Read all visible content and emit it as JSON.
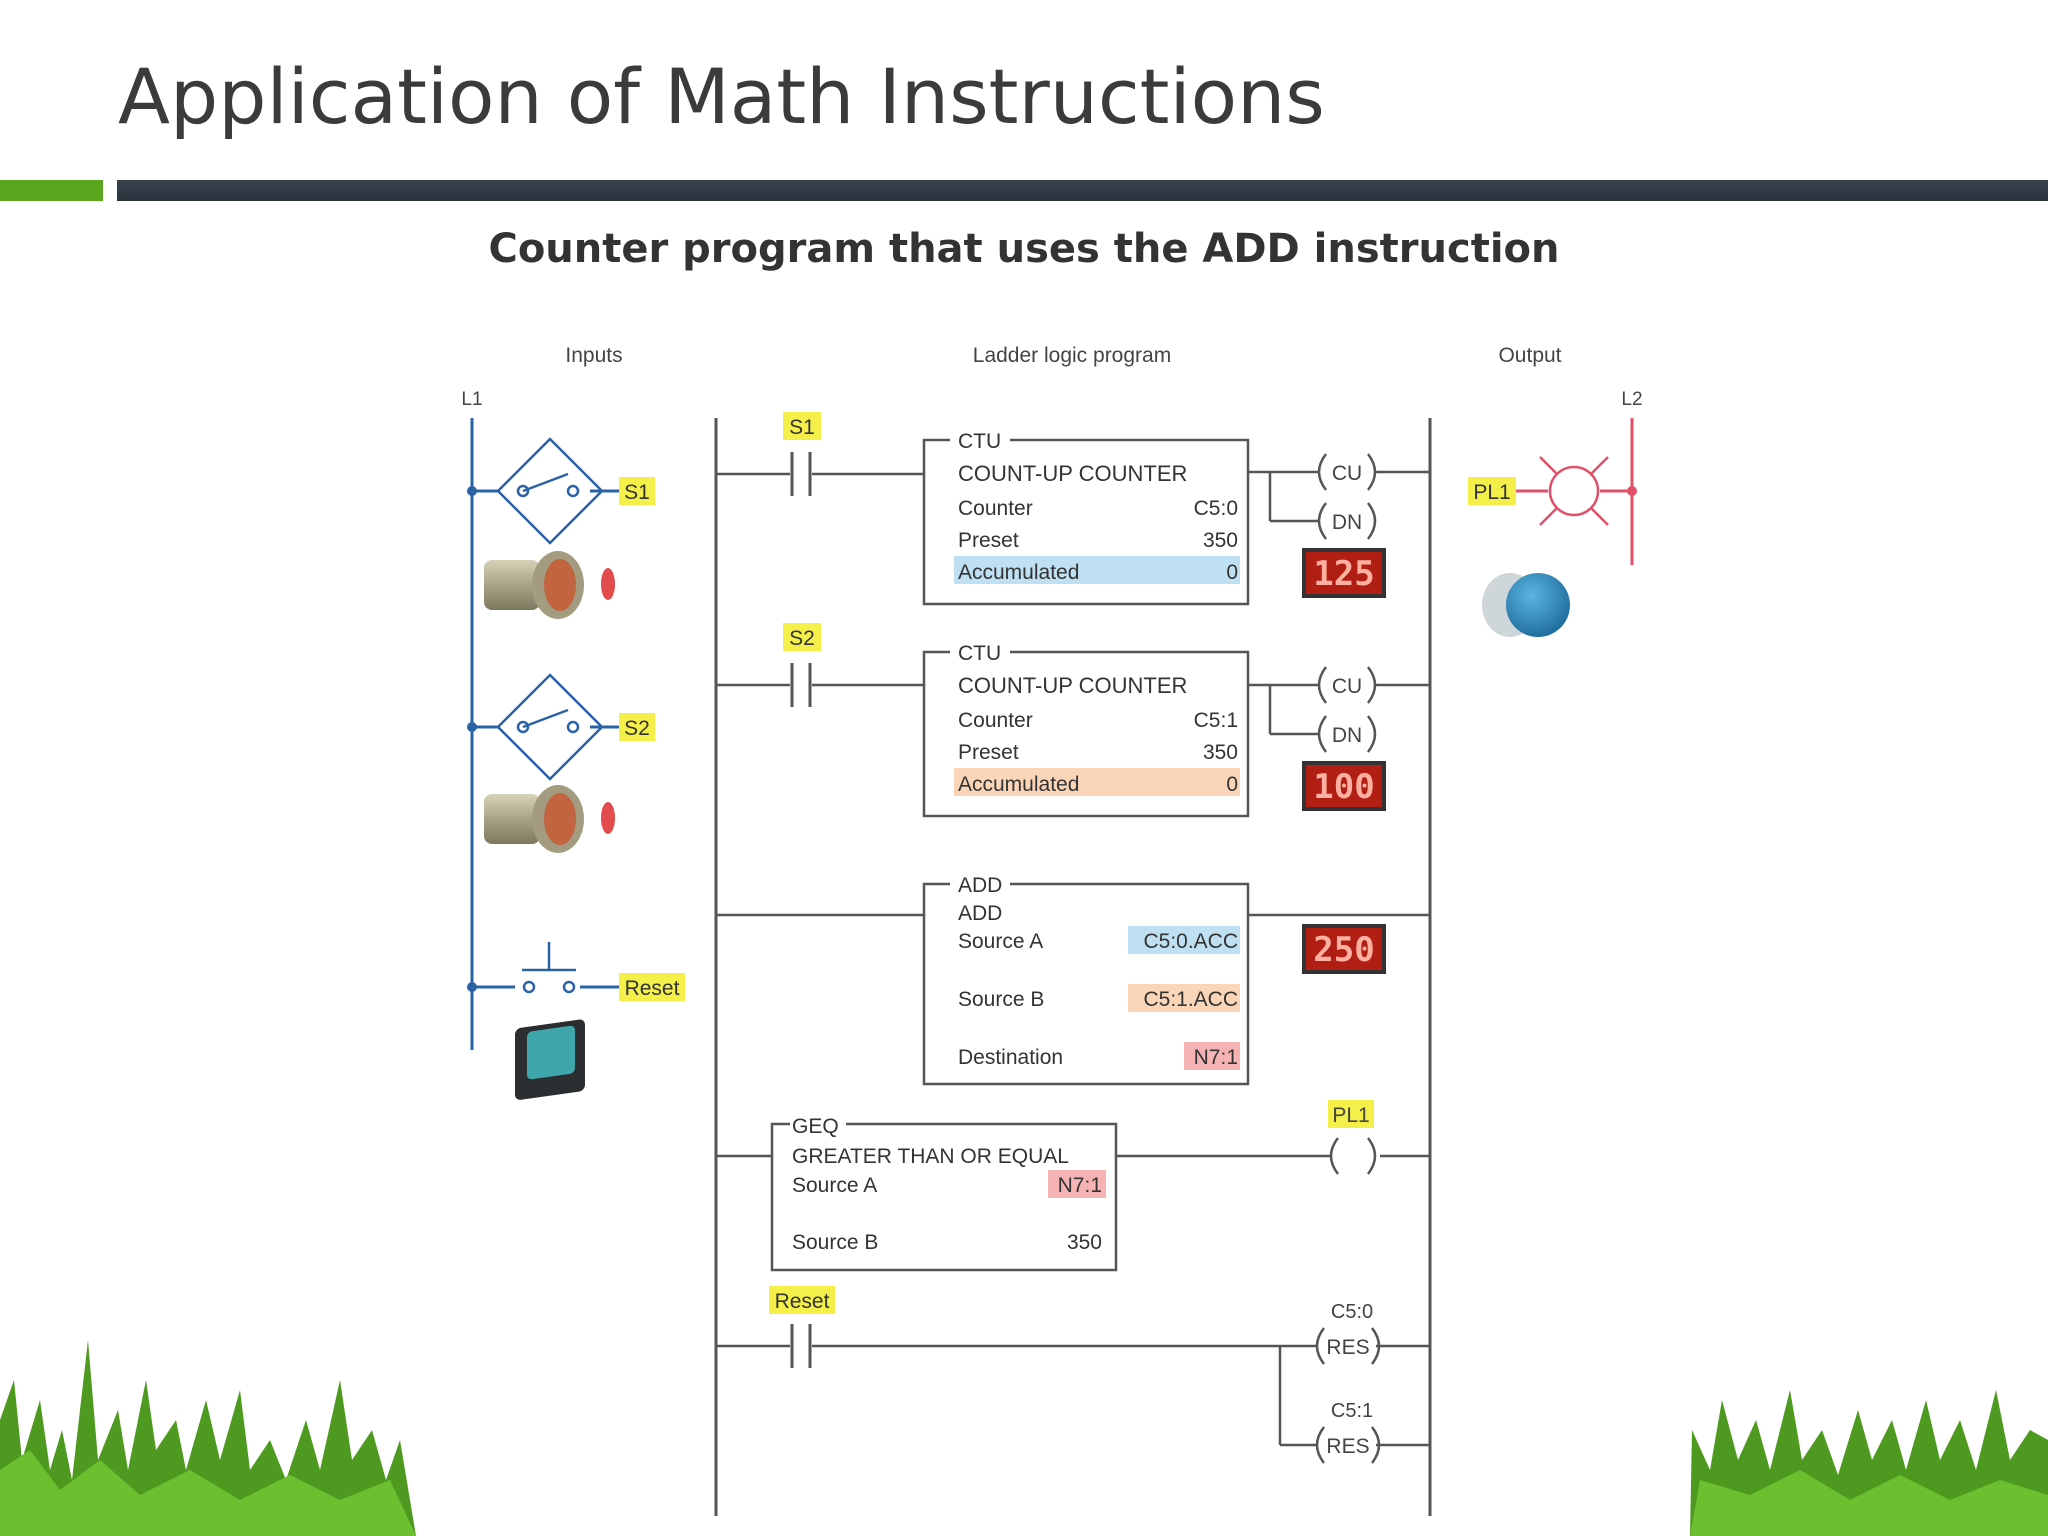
{
  "slide": {
    "title": "Application of Math Instructions",
    "subtitle": "Counter program that uses the ADD instruction"
  },
  "diagram": {
    "headers": {
      "inputs": "Inputs",
      "ladder": "Ladder logic program",
      "output": "Output"
    },
    "rails": {
      "left": "L1",
      "right": "L2"
    },
    "inputs": [
      {
        "tag": "S1",
        "device": "proximity-sensor"
      },
      {
        "tag": "S2",
        "device": "proximity-sensor"
      },
      {
        "tag": "Reset",
        "device": "pushbutton"
      }
    ],
    "output": {
      "tag": "PL1",
      "device": "pilot-light"
    },
    "rungs": [
      {
        "contact": "S1",
        "block": "CTU",
        "name": "COUNT-UP COUNTER",
        "rows": [
          [
            "Counter",
            "C5:0"
          ],
          [
            "Preset",
            "350"
          ],
          [
            "Accumulated",
            "0"
          ]
        ],
        "coils": [
          "CU",
          "DN"
        ],
        "display": "125"
      },
      {
        "contact": "S2",
        "block": "CTU",
        "name": "COUNT-UP COUNTER",
        "rows": [
          [
            "Counter",
            "C5:1"
          ],
          [
            "Preset",
            "350"
          ],
          [
            "Accumulated",
            "0"
          ]
        ],
        "coils": [
          "CU",
          "DN"
        ],
        "display": "100"
      },
      {
        "block": "ADD",
        "name": "ADD",
        "rows": [
          [
            "Source A",
            "C5:0.ACC"
          ],
          [
            "Source B",
            "C5:1.ACC"
          ],
          [
            "Destination",
            "N7:1"
          ]
        ],
        "display": "250"
      },
      {
        "block": "GEQ",
        "name": "GREATER THAN OR EQUAL",
        "rows": [
          [
            "Source A",
            "N7:1"
          ],
          [
            "Source B",
            "350"
          ]
        ],
        "coil_tag": "PL1"
      },
      {
        "contact": "Reset",
        "resets": [
          {
            "addr": "C5:0",
            "label": "RES"
          },
          {
            "addr": "C5:1",
            "label": "RES"
          }
        ]
      }
    ]
  },
  "colors": {
    "tag_yellow": "#f5ef4a",
    "hl_blue": "#bfe0f2",
    "hl_orange": "#fbd5b8",
    "hl_red": "#f6b3b3",
    "display_bg": "#b01e14",
    "output_rail": "#e0506a",
    "input_wire": "#2a62a6",
    "grass": "#4e9a20"
  }
}
